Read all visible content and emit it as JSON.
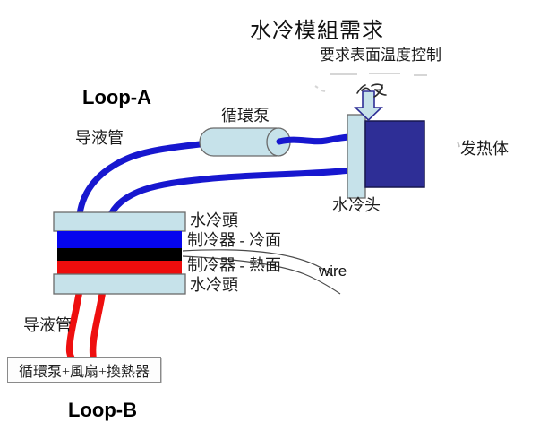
{
  "diagram": {
    "title": "水冷模組需求",
    "subtitle": "要求表面温度控制",
    "loop_a_label": "Loop-A",
    "loop_b_label": "Loop-B",
    "pump_label": "循環泵",
    "top_tube_label": "导液管",
    "bottom_tube_label": "导液管",
    "right_coldhead_label": "水冷头",
    "heater_label": "发热体",
    "stack": {
      "top_plate_label": "水冷頭",
      "tec_cold_label": "制冷器 - 冷面",
      "tec_hot_label": "制冷器 - 熱面",
      "bottom_plate_label": "水冷頭"
    },
    "wire_label": "wire",
    "bottom_unit_label": "循環泵+風扇+換熱器",
    "colors": {
      "loop_a_tube": "#1717cf",
      "loop_b_tube": "#ee0f0f",
      "cold_plate_fill": "#c6e2ea",
      "cold_plate_stroke": "#6a6a6a",
      "heater_fill": "#2e2e96",
      "tec_cold_face": "#0505ee",
      "tec_body": "#000000",
      "tec_hot_face": "#ee0d0d",
      "wire_line": "#4a4a4a"
    }
  }
}
